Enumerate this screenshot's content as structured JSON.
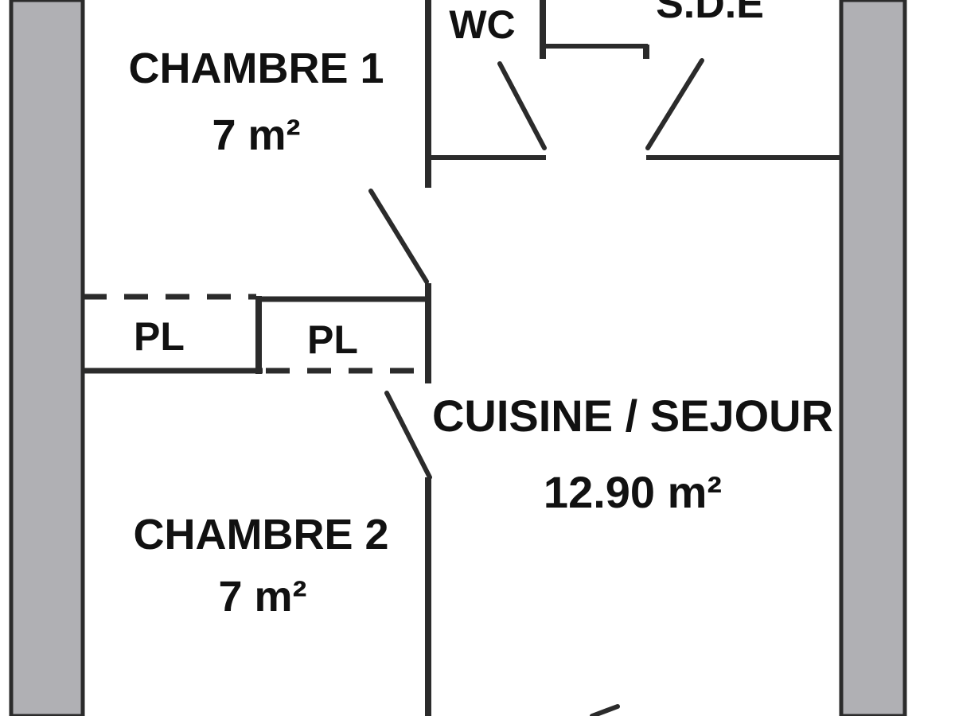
{
  "floor_plan": {
    "rooms": [
      {
        "id": "chambre-1",
        "name": "CHAMBRE 1",
        "area": "7 m²"
      },
      {
        "id": "chambre-2",
        "name": "CHAMBRE 2",
        "area": "7 m²"
      },
      {
        "id": "cuisine-sejour",
        "name": "CUISINE / SEJOUR",
        "area": "12.90 m²"
      },
      {
        "id": "wc",
        "name": "WC",
        "area": ""
      },
      {
        "id": "sde",
        "name": "S.D.E",
        "area": ""
      }
    ],
    "closets": [
      {
        "id": "placard-1",
        "name": "PL"
      },
      {
        "id": "placard-2",
        "name": "PL"
      }
    ]
  },
  "colors": {
    "outer_wall_fill": "#b0b0b4",
    "wall_line": "#2b2b2b",
    "background": "#ffffff",
    "text": "#111111"
  }
}
